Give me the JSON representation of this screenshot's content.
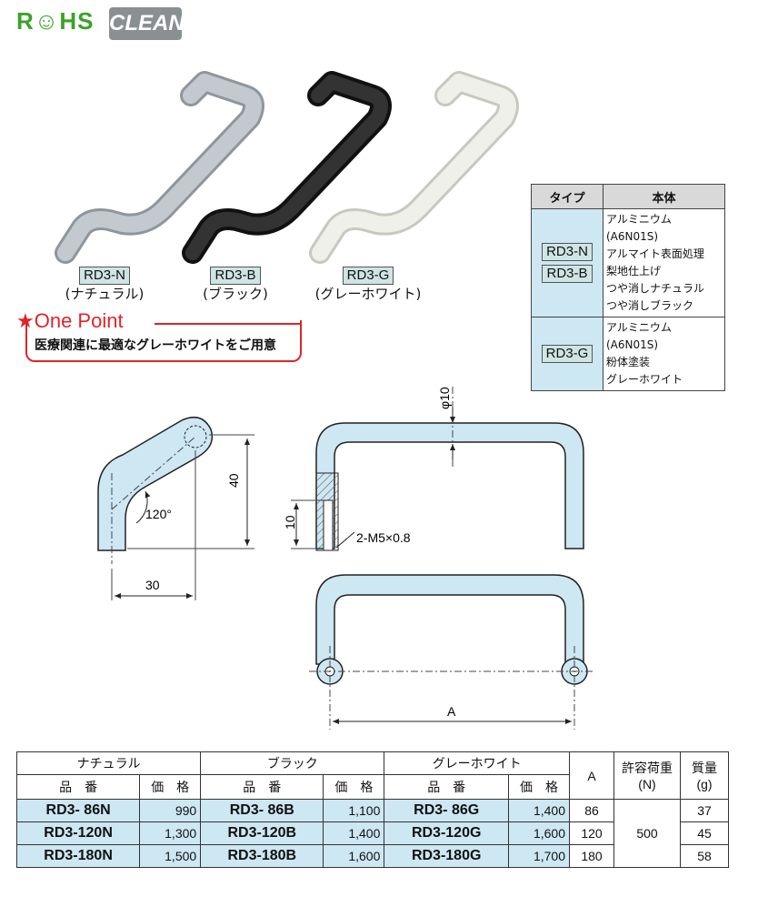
{
  "logos": {
    "rohs": "R☺HS",
    "clean": "CLEAN"
  },
  "products": [
    {
      "code": "RD3-N",
      "name": "(ナチュラル)",
      "color": "#b7bdc2"
    },
    {
      "code": "RD3-B",
      "name": "(ブラック)",
      "color": "#2a2a2a"
    },
    {
      "code": "RD3-G",
      "name": "(グレーホワイト)",
      "color": "#e9e9e2"
    }
  ],
  "one_point": {
    "title": "★One Point",
    "text": "医療関連に最適なグレーホワイトをご用意"
  },
  "type_table": {
    "headers": [
      "タイプ",
      "本体"
    ],
    "rows": [
      {
        "codes": [
          "RD3-N",
          "RD3-B"
        ],
        "lines": [
          "アルミニウム(A6N01S)",
          "アルマイト表面処理",
          "梨地仕上げ",
          "つや消しナチュラル",
          "つや消しブラック"
        ]
      },
      {
        "codes": [
          "RD3-G"
        ],
        "lines": [
          "アルミニウム(A6N01S)",
          "粉体塗装",
          "グレーホワイト"
        ]
      }
    ]
  },
  "drawing": {
    "angle": "120°",
    "dim_40": "40",
    "dim_30": "30",
    "dim_phi10": "φ10",
    "dim_10": "10",
    "thread": "2-M5×0.8",
    "dim_A": "A"
  },
  "spec_table": {
    "group_headers": [
      "ナチュラル",
      "ブラック",
      "グレーホワイト"
    ],
    "sub_headers": {
      "code": "品　番",
      "price": "価　格"
    },
    "col_A": "A",
    "col_load": "許容荷重\n(N)",
    "col_mass": "質量\n(g)",
    "rows": [
      {
        "n_code": "RD3- 86N",
        "n_price": "990",
        "b_code": "RD3- 86B",
        "b_price": "1,100",
        "g_code": "RD3- 86G",
        "g_price": "1,400",
        "a": "86",
        "mass": "37"
      },
      {
        "n_code": "RD3-120N",
        "n_price": "1,300",
        "b_code": "RD3-120B",
        "b_price": "1,400",
        "g_code": "RD3-120G",
        "g_price": "1,600",
        "a": "120",
        "mass": "45"
      },
      {
        "n_code": "RD3-180N",
        "n_price": "1,500",
        "b_code": "RD3-180B",
        "b_price": "1,600",
        "g_code": "RD3-180G",
        "g_price": "1,700",
        "a": "180",
        "mass": "58"
      }
    ],
    "load": "500"
  }
}
